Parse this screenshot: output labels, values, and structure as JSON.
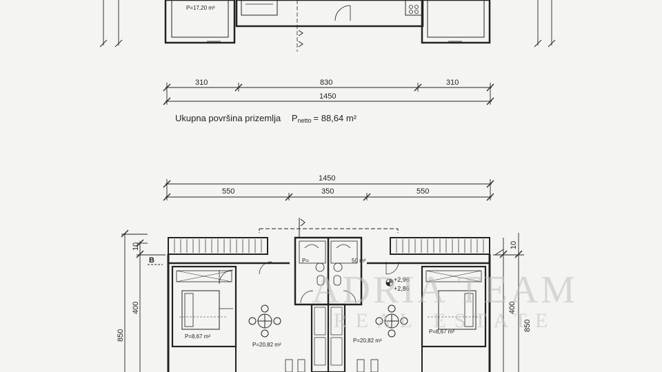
{
  "ground_floor": {
    "room_area": "P=17,20 m²",
    "dims_total": "1450",
    "dims_parts": [
      "310",
      "830",
      "310"
    ],
    "summary_label": "Ukupna površina prizemlja",
    "summary_p": "P",
    "summary_sub": "netto",
    "summary_value": "= 88,64 m²"
  },
  "first_floor": {
    "dims_total": "1450",
    "dims_parts": [
      "550",
      "350",
      "550"
    ],
    "left_dims": [
      "10",
      "400",
      "850"
    ],
    "right_dims": [
      "10",
      "400",
      "850"
    ],
    "section_mark": "B",
    "level_upper": "+2,96",
    "level_lower": "+2,86",
    "rooms": {
      "bedroom_left": "P=8,67 m²",
      "bedroom_right": "P=8,67 m²",
      "living_left": "P=20,82 m²",
      "living_right": "P=20,82 m²",
      "bath_left": "P=",
      "bath_right": "50 m²"
    }
  },
  "watermark": {
    "main": "ADRIA TEAM",
    "sub": "REAL ESTATE"
  }
}
